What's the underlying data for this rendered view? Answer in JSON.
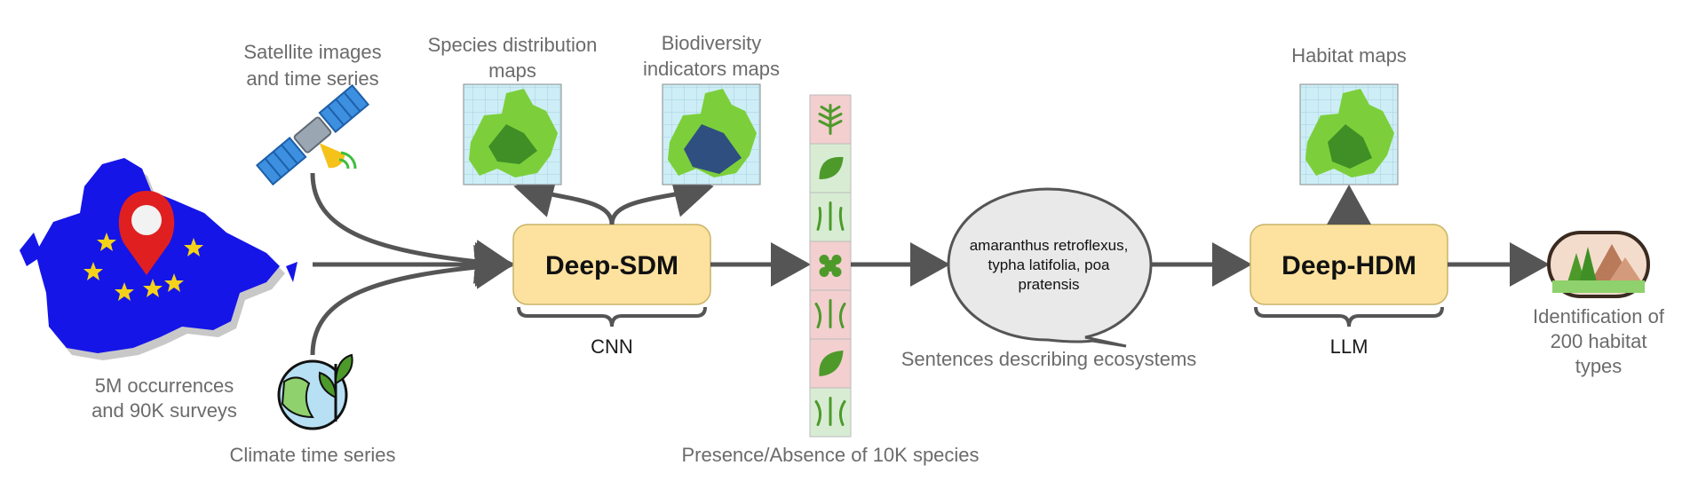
{
  "inputs": {
    "occurrences_line1": "5M occurrences",
    "occurrences_line2": "and 90K surveys",
    "satellite_line1": "Satellite images",
    "satellite_line2": "and time series",
    "climate": "Climate time series"
  },
  "outputs": {
    "species_maps_line1": "Species distribution",
    "species_maps_line2": "maps",
    "biodiversity_line1": "Biodiversity",
    "biodiversity_line2": "indicators maps",
    "habitat_maps": "Habitat maps"
  },
  "models": {
    "sdm_name": "Deep-SDM",
    "sdm_type": "CNN",
    "hdm_name": "Deep-HDM",
    "hdm_type": "LLM"
  },
  "species": {
    "caption": "Presence/Absence of 10K species",
    "rows": [
      "absent",
      "present",
      "present",
      "absent",
      "absent",
      "absent",
      "present"
    ]
  },
  "sentence": {
    "line1": "amaranthus retroflexus,",
    "line2": "typha latifolia, poa",
    "line3": "pratensis",
    "caption": "Sentences describing ecosystems"
  },
  "result": {
    "line1": "Identification of",
    "line2": "200 habitat",
    "line3": "types"
  },
  "colors": {
    "box_fill": "#fce29e",
    "arrow": "#555555",
    "present": "#d8ecd3",
    "absent": "#f3cfcf",
    "plant": "#4d9a2b",
    "europe_blue": "#1515e8",
    "pin_red": "#e02020"
  }
}
